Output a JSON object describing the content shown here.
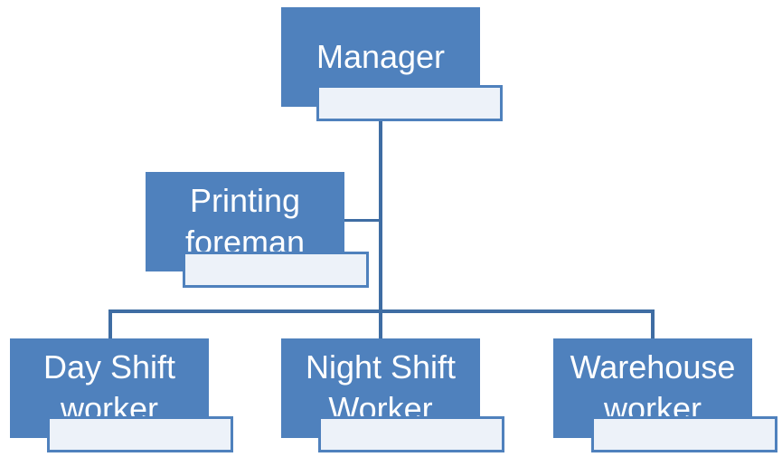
{
  "diagram": {
    "manager": {
      "label": "Manager"
    },
    "printing_foreman": {
      "label": "Printing\nforeman"
    },
    "day_shift": {
      "label": "Day Shift\nworker"
    },
    "night_shift": {
      "label": "Night Shift\nWorker"
    },
    "warehouse": {
      "label": "Warehouse\nworker"
    }
  },
  "colors": {
    "node_fill": "#4f81bd",
    "subtitle_fill": "#edf2f9",
    "connector": "#3f6da3",
    "text": "#ffffff"
  }
}
